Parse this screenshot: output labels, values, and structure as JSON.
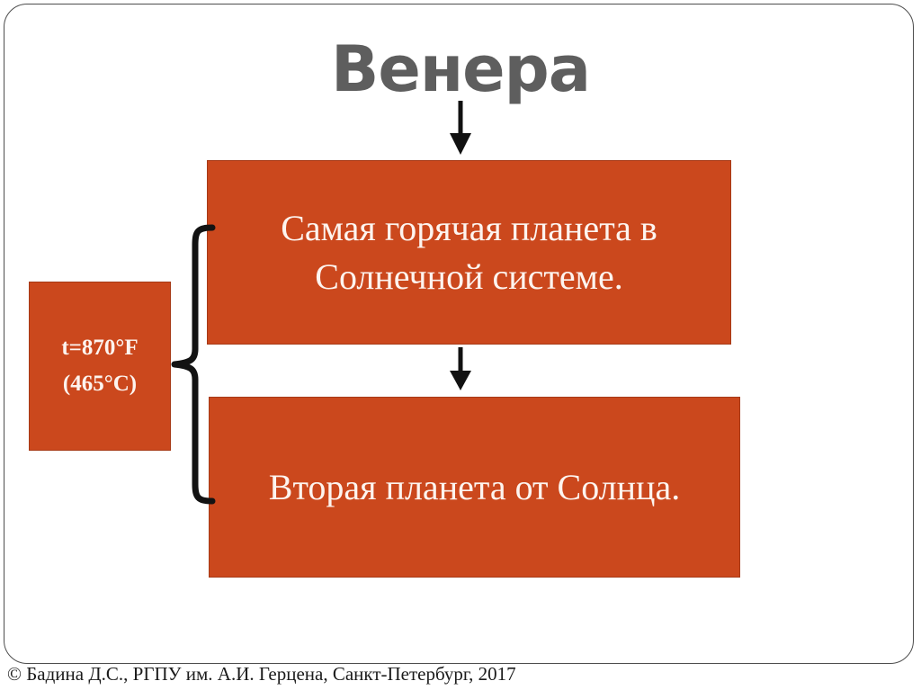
{
  "slide": {
    "title": "Венера",
    "background_color": "#ffffff",
    "title_color": "#5e5e5e",
    "accent_color": "#cb481d",
    "border_color": "#4d4d4d"
  },
  "facts": [
    {
      "id": "hottest-planet",
      "text": "Самая горячая планета в Солнечной системе."
    },
    {
      "id": "second-planet",
      "text": "Вторая планета от Солнца."
    }
  ],
  "temperature": {
    "fahrenheit": "t=870°F",
    "celsius": "(465°C)"
  },
  "connectors": {
    "arrow_title_to_fact1": "down-arrow",
    "arrow_fact1_to_fact2": "down-arrow",
    "brace": "left-curly-brace"
  },
  "footer": {
    "credit": "© Бадина Д.С., РГПУ им. А.И. Герцена, Санкт-Петербург, 2017"
  }
}
